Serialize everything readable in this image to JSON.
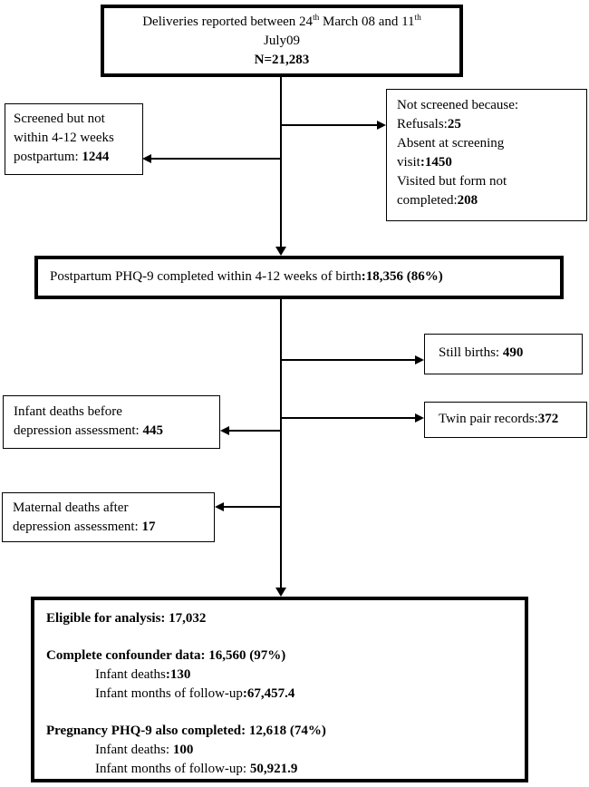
{
  "boxes": {
    "deliveries": {
      "line1a": "Deliveries reported between 24",
      "line1_sup1": "th",
      "line1b": " March 08 and 11",
      "line1_sup2": "th",
      "line2": "July09",
      "line3": "N=21,283"
    },
    "screened_not": {
      "line1": "Screened but not",
      "line2": "within 4-12 weeks",
      "line3_label": "postpartum: ",
      "line3_value": "1244"
    },
    "not_screened": {
      "line1": "Not screened because:",
      "line2_label": "Refusals:",
      "line2_value": "25",
      "line3": "Absent at screening",
      "line4_label": "visit",
      "line4_value": ":1450",
      "line5": "Visited but form not",
      "line6_label": "completed:",
      "line6_value": "208"
    },
    "phq9": {
      "label": "Postpartum PHQ-9 completed within 4-12 weeks of birth",
      "value": ":18,356 (86%)"
    },
    "still_births": {
      "label": "Still births: ",
      "value": "490"
    },
    "twin_records": {
      "label": "Twin pair records:",
      "value": "372"
    },
    "infant_deaths": {
      "line1": "Infant deaths before",
      "line2_label": "depression assessment: ",
      "line2_value": "445"
    },
    "maternal_deaths": {
      "line1": "Maternal deaths after",
      "line2_label": "depression assessment: ",
      "line2_value": "17"
    },
    "eligible": {
      "title": "Eligible for analysis: 17,032",
      "confounder_heading": "Complete confounder data: 16,560 (97%)",
      "confounder_deaths_label": "Infant deaths",
      "confounder_deaths_value": ":130",
      "confounder_followup_label": "Infant months of follow-up",
      "confounder_followup_value": ":67,457.4",
      "pregnancy_heading": "Pregnancy PHQ-9 also completed: 12,618 (74%)",
      "pregnancy_deaths_label": "Infant deaths: ",
      "pregnancy_deaths_value": "100",
      "pregnancy_followup_label": "Infant months of follow-up: ",
      "pregnancy_followup_value": "50,921.9"
    }
  }
}
